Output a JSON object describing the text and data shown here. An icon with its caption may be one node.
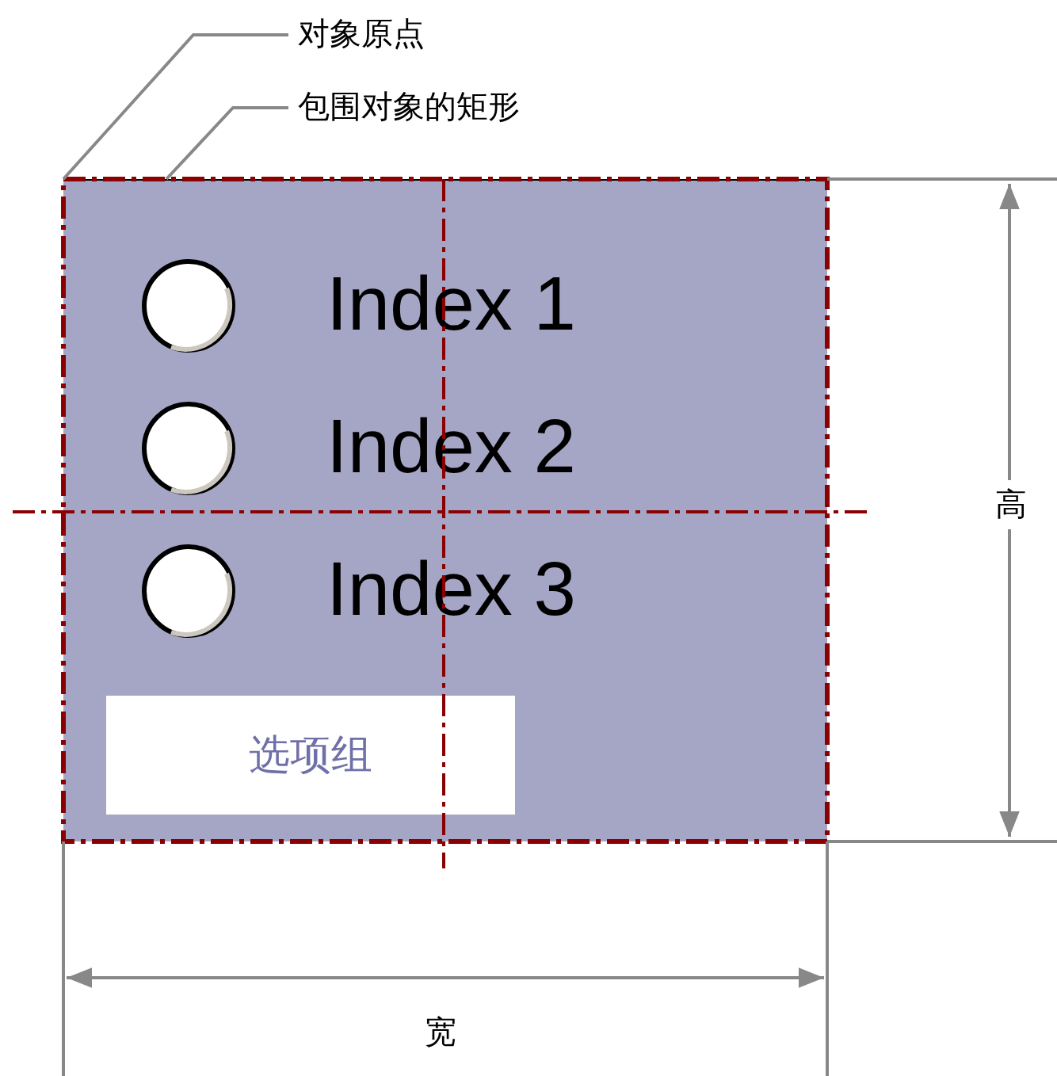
{
  "diagram": {
    "nodes": [
      {
        "text": [
          "对象原点"
        ]
      },
      {
        "text": [
          "包围对象的矩形"
        ]
      },
      {
        "text": [],
        "shape": "box"
      },
      {
        "text": [
          "Index 1"
        ],
        "in": 2
      },
      {
        "text": [
          "Index 2"
        ],
        "in": 2
      },
      {
        "text": [
          "Index 3"
        ],
        "in": 2
      },
      {
        "text": [
          "选项组"
        ],
        "in": 2
      }
    ],
    "edges": [
      {
        "from": 0,
        "to": 2,
        "arrow": "none"
      },
      {
        "from": 1,
        "to": 2,
        "arrow": "none"
      }
    ],
    "labels": [
      "高",
      "宽"
    ]
  }
}
